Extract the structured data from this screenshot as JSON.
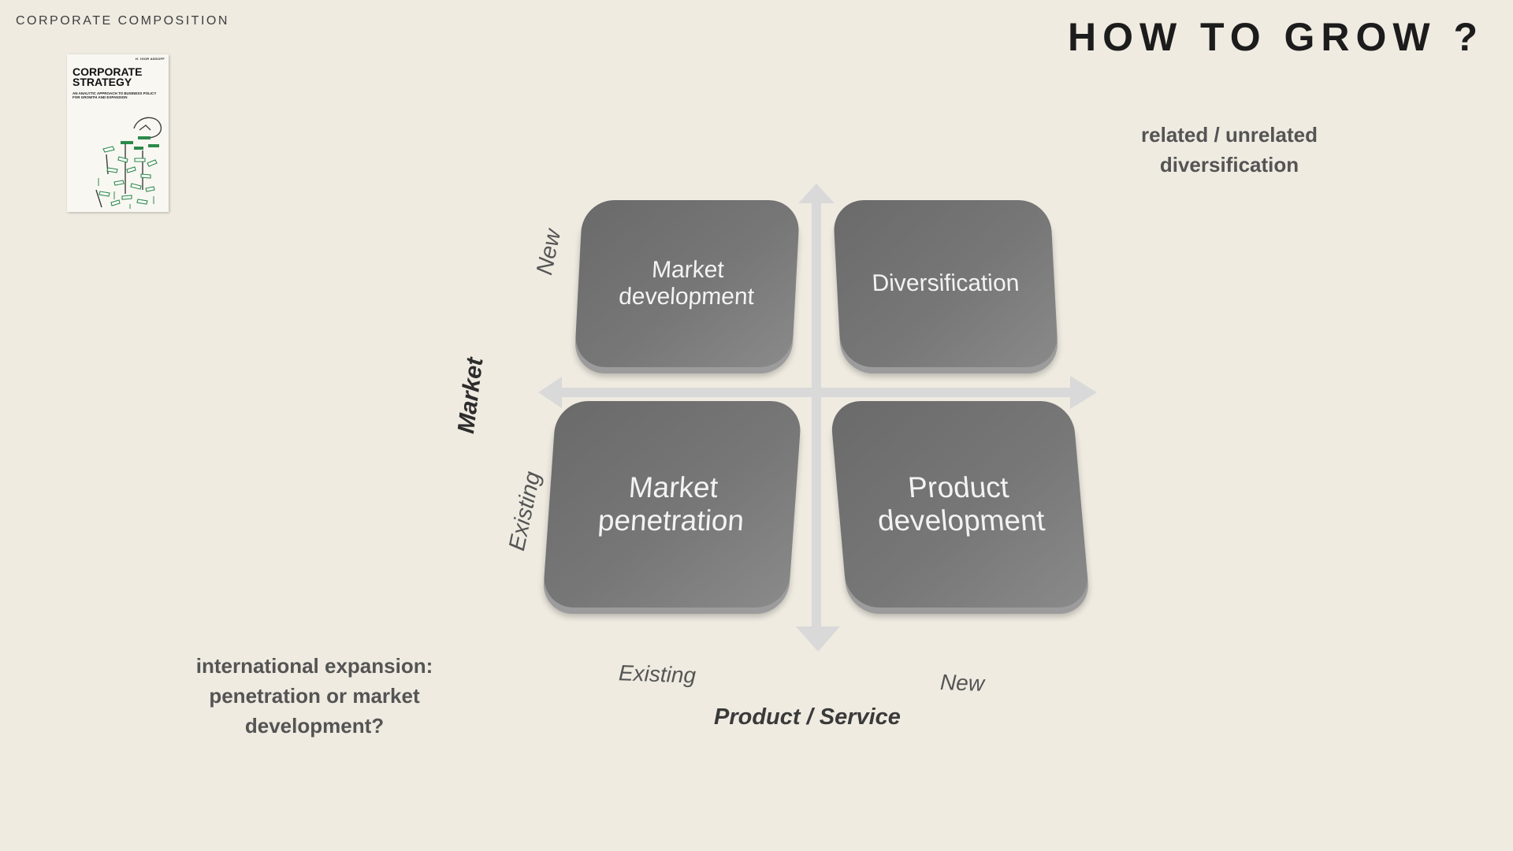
{
  "header": {
    "section_label": "CORPORATE COMPOSITION",
    "title": "HOW TO GROW ?"
  },
  "book": {
    "author": "H. IGOR ANSOFF",
    "title": "CORPORATE STRATEGY",
    "subtitle": "AN ANALYTIC APPROACH TO BUSINESS POLICY FOR GROWTH AND EXPANSION"
  },
  "matrix": {
    "quadrants": {
      "top_left": "Market development",
      "top_right": "Diversification",
      "bottom_left": "Market penetration",
      "bottom_right": "Product development"
    },
    "y_axis": {
      "title": "Market",
      "ticks": [
        "New",
        "Existing"
      ]
    },
    "x_axis": {
      "title": "Product / Service",
      "ticks": [
        "Existing",
        "New"
      ]
    }
  },
  "notes": {
    "top_right": "related / unrelated diversification",
    "bottom_left": "international expansion: penetration or market development?"
  },
  "colors": {
    "background": "#efebe1",
    "quadrant": "#757575",
    "axis_arrow": "#d8d8d8"
  }
}
